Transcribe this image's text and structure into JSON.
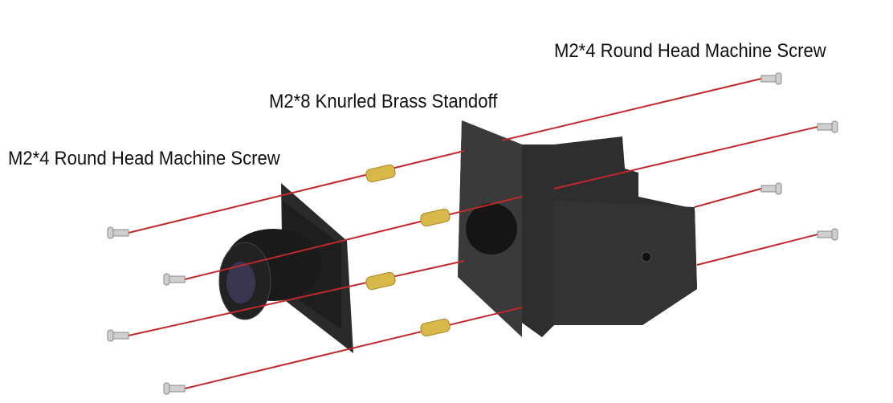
{
  "labels": {
    "screw_right": "M2*4 Round Head Machine Screw",
    "standoff": "M2*8 Knurled Brass Standoff",
    "screw_left": "M2*4 Round Head Machine Screw"
  },
  "colors": {
    "guide_line": "#c0282c",
    "bracket": "#2b2b2b",
    "brass": "#d8b848",
    "screw": "#c8c8c8"
  }
}
